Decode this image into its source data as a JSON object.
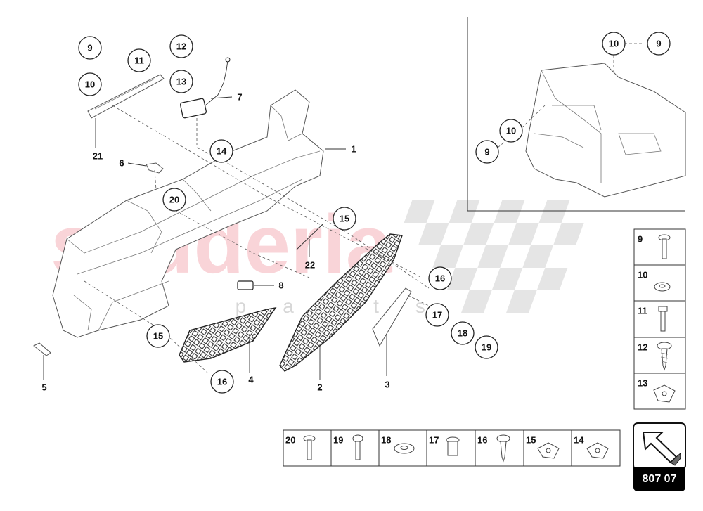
{
  "watermark": {
    "brand": "scuderia",
    "sub": "car parts"
  },
  "callouts": {
    "c9_top": "9",
    "c10_top": "10",
    "c11": "11",
    "c12": "12",
    "c13": "13",
    "c14": "14",
    "c20": "20",
    "c15_mid": "15",
    "c16_right": "16",
    "c17": "17",
    "c18": "18",
    "c19": "19",
    "c15_left": "15",
    "c16_left": "16",
    "inset_c10_top": "10",
    "inset_c9_top": "9",
    "inset_c10": "10",
    "inset_c9": "9"
  },
  "labels": {
    "l1": "1",
    "l2": "2",
    "l3": "3",
    "l4": "4",
    "l5": "5",
    "l6": "6",
    "l7": "7",
    "l8": "8",
    "l21": "21",
    "l22": "22"
  },
  "hardware_right": [
    "9",
    "10",
    "11",
    "12",
    "13"
  ],
  "hardware_bottom": [
    "20",
    "19",
    "18",
    "17",
    "16",
    "15",
    "14"
  ],
  "page_code": "807 07"
}
